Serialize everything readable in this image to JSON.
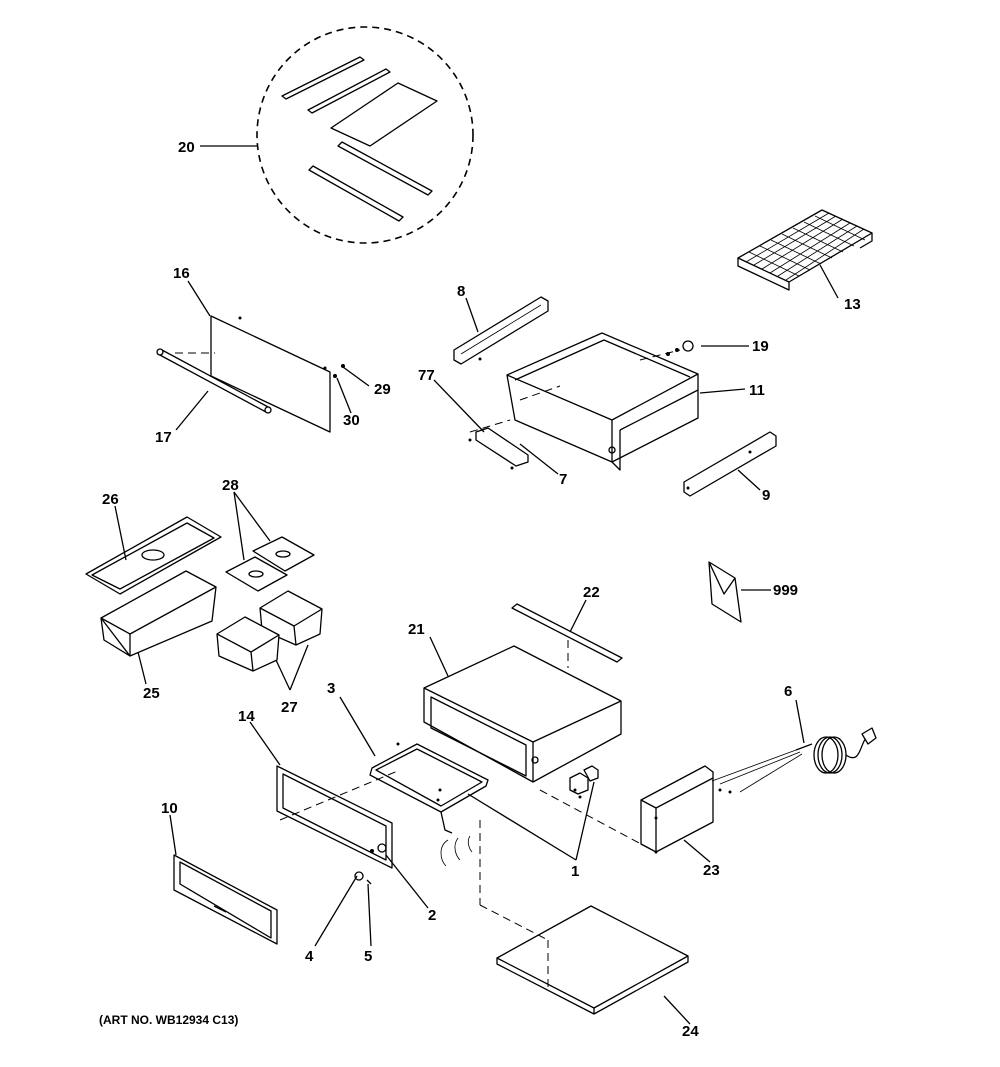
{
  "diagram": {
    "art_number": "(ART NO. WB12934 C13)",
    "callouts": {
      "c1": "1",
      "c2": "2",
      "c3": "3",
      "c4": "4",
      "c5": "5",
      "c6": "6",
      "c7": "7",
      "c8": "8",
      "c9": "9",
      "c10": "10",
      "c11": "11",
      "c13": "13",
      "c14": "14",
      "c16": "16",
      "c17": "17",
      "c19": "19",
      "c20": "20",
      "c21": "21",
      "c22": "22",
      "c23": "23",
      "c24": "24",
      "c25": "25",
      "c26": "26",
      "c27": "27",
      "c28": "28",
      "c29": "29",
      "c30": "30",
      "c77": "77",
      "c999": "999"
    }
  }
}
